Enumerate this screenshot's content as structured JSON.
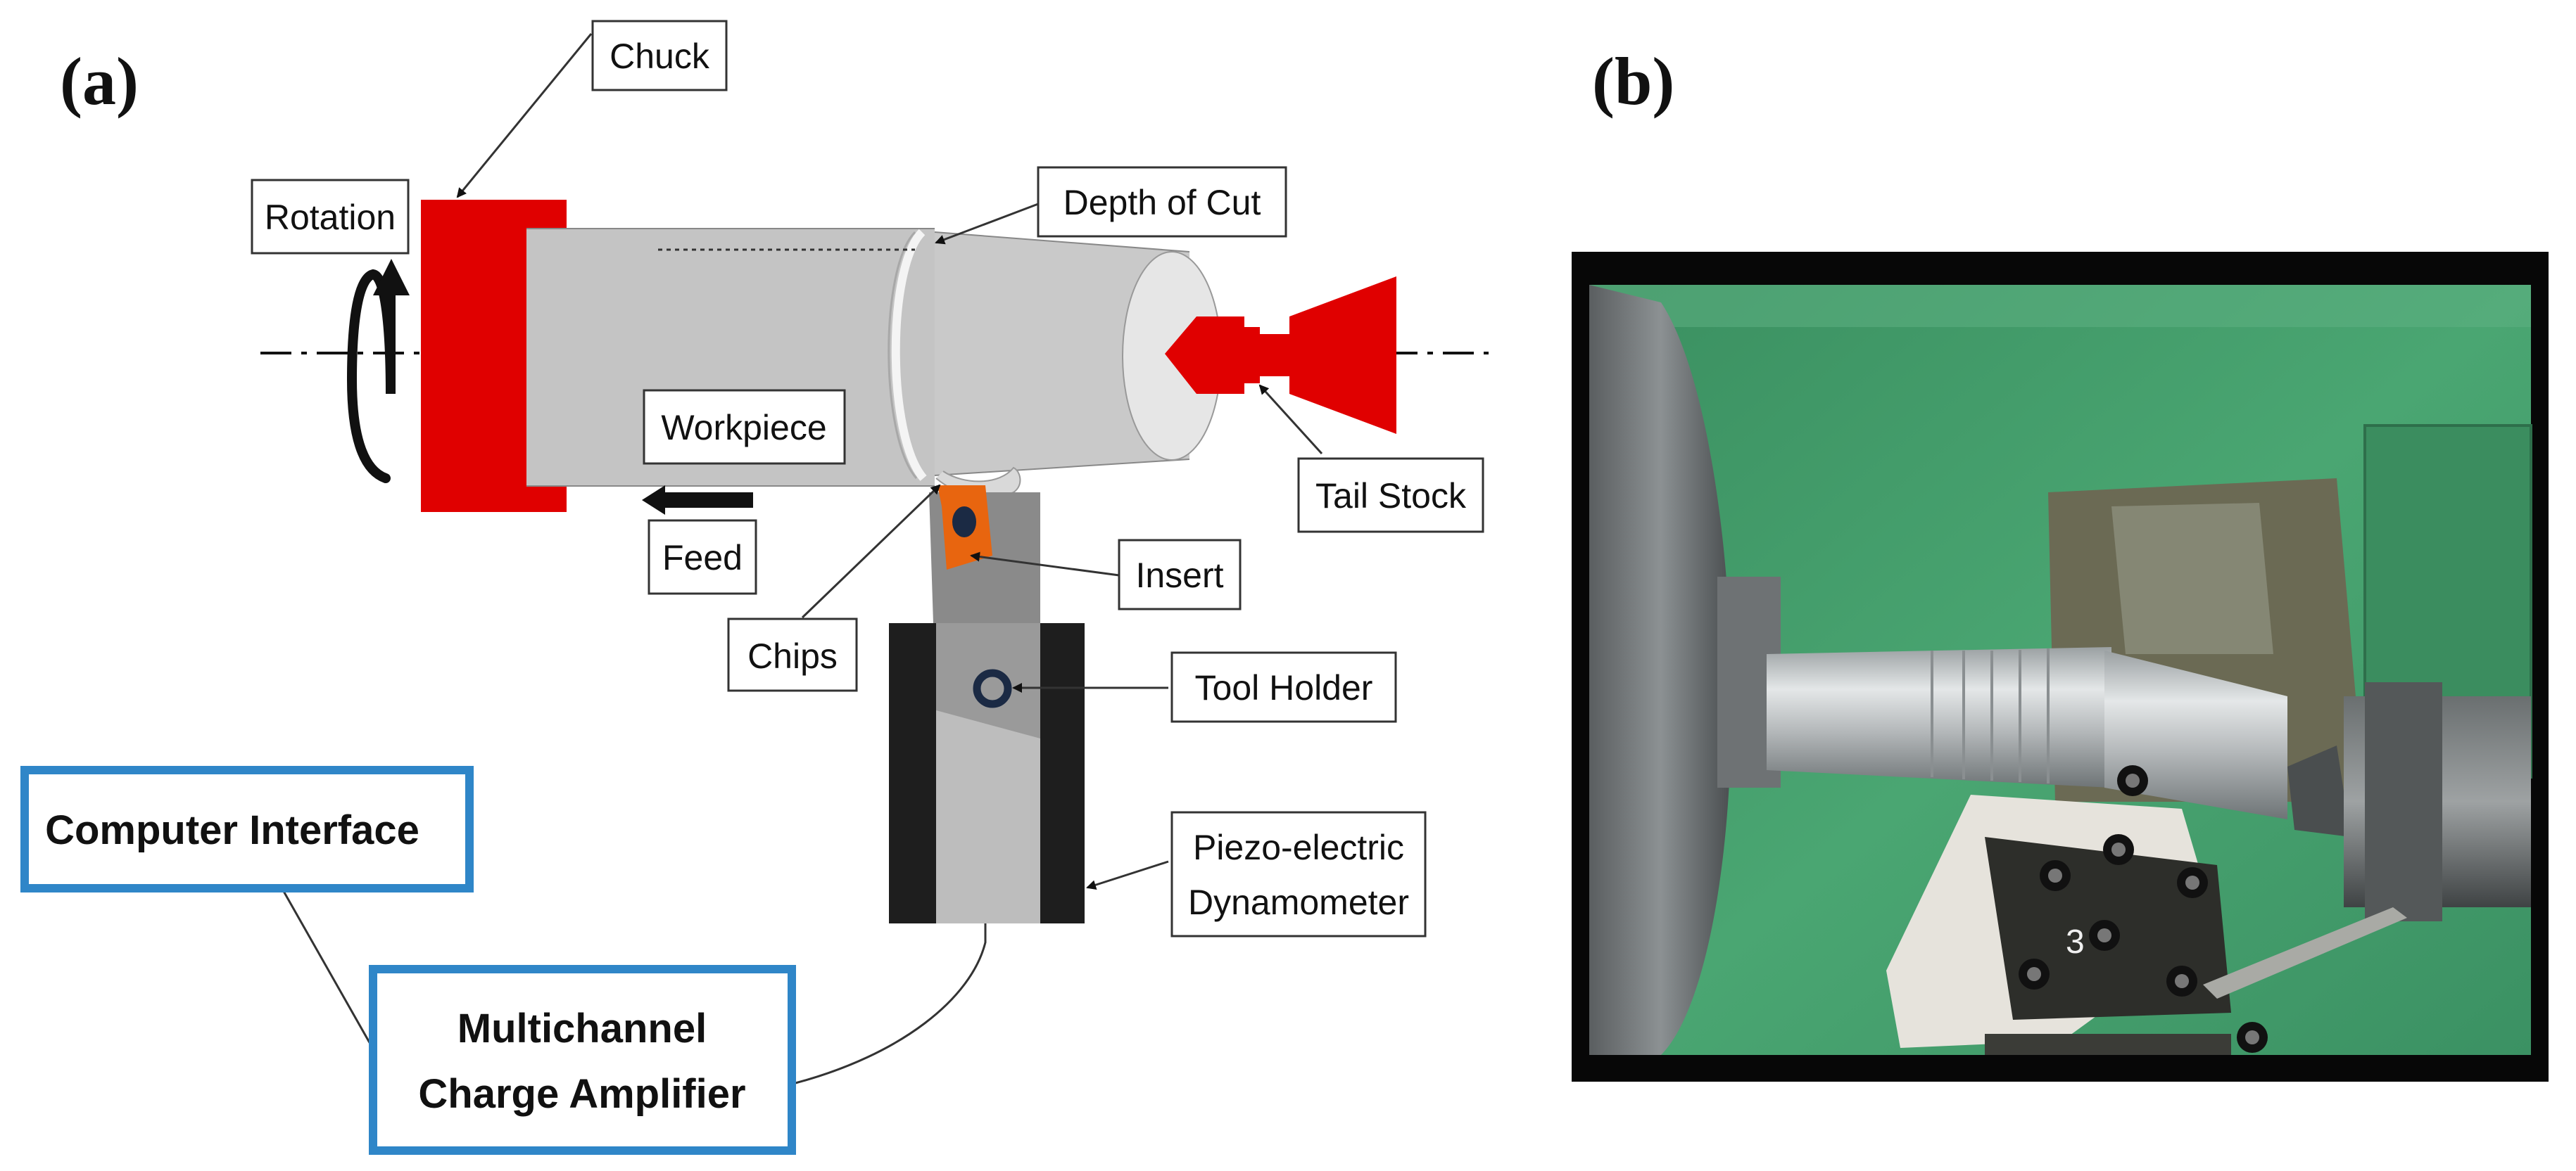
{
  "panels": {
    "a": "(a)",
    "b": "(b)"
  },
  "labels": {
    "chuck": "Chuck",
    "rotation": "Rotation",
    "depth_of_cut": "Depth of Cut",
    "workpiece": "Workpiece",
    "tail_stock": "Tail Stock",
    "feed": "Feed",
    "insert": "Insert",
    "chips": "Chips",
    "tool_holder": "Tool Holder",
    "dynamometer_line1": "Piezo-electric",
    "dynamometer_line2": "Dynamometer",
    "computer_interface": "Computer Interface",
    "amplifier_line1": "Multichannel",
    "amplifier_line2": "Charge Amplifier"
  },
  "photo": {
    "chalk_mark": "3"
  },
  "colors": {
    "chuck_red": "#e00000",
    "workpiece_gray": "#c4c4c4",
    "insert_orange": "#e8650f",
    "box_blue": "#2f86c8",
    "photo_green": "#3f9a68"
  }
}
